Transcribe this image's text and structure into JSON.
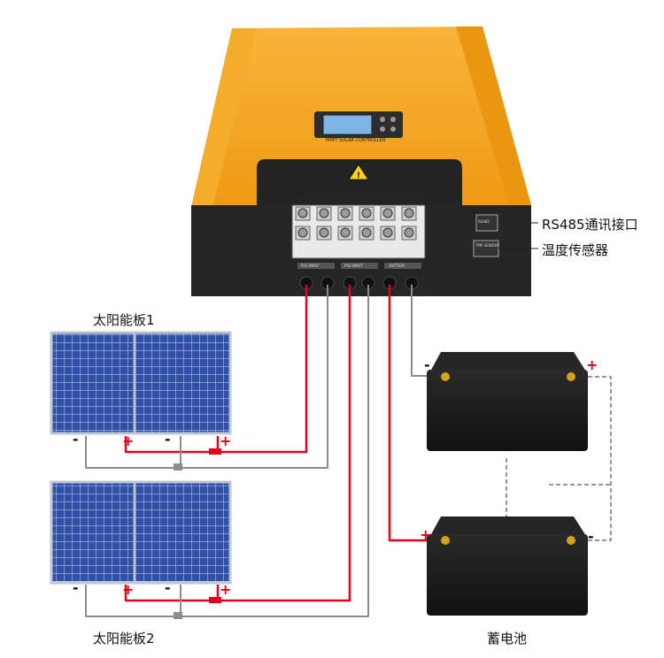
{
  "labels": {
    "rs485": "RS485通讯接口",
    "temp_sensor": "温度传感器",
    "panel_group_1": "太阳能板1",
    "panel_group_2": "太阳能板2",
    "battery": "蓄电池"
  },
  "controller": {
    "brand_text": "MPPT SOLAR CONTROLLER",
    "port_rs485": "RS485",
    "port_temp": "TMP SENSOR",
    "input_1": "PV1 INPUT",
    "input_2": "PV2 INPUT",
    "input_bat": "BATTERY"
  },
  "signs": {
    "plus": "+",
    "minus": "-"
  },
  "colors": {
    "housing": "#f6a21b",
    "housing_dark": "#d9850f",
    "front_panel": "#2b2b2b",
    "wire_positive": "#e0001b",
    "wire_negative": "#8c8c8c",
    "panel_cells": "#2f4fa8",
    "battery_case": "#1c1c1c"
  }
}
